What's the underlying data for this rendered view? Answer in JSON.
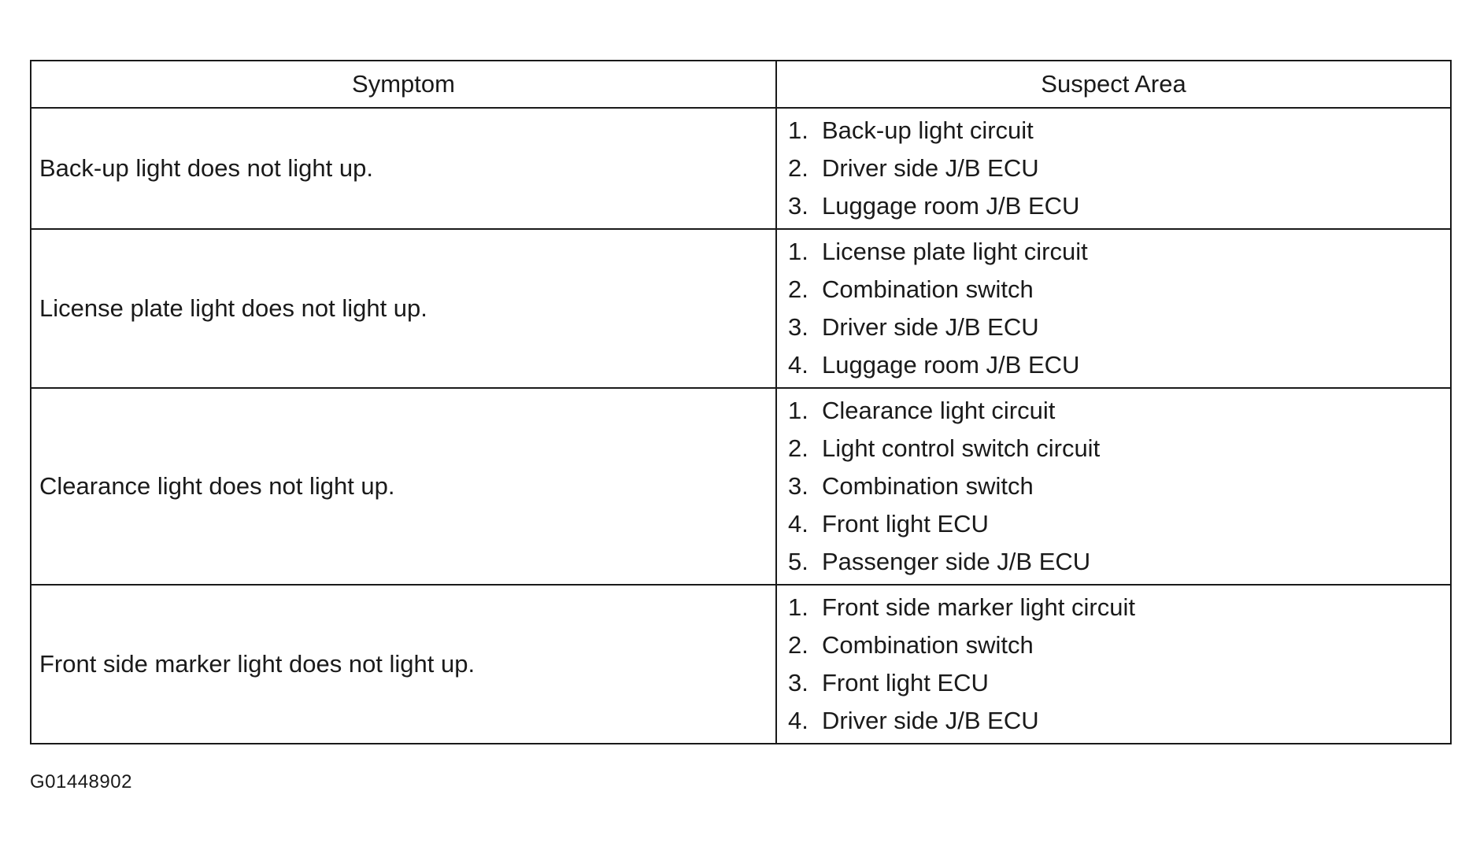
{
  "table": {
    "headers": {
      "symptom": "Symptom",
      "suspect_area": "Suspect Area"
    },
    "rows": [
      {
        "symptom": "Back-up light does not light up.",
        "suspect_areas": [
          {
            "num": "1.",
            "text": "Back-up light circuit"
          },
          {
            "num": "2.",
            "text": "Driver side J/B ECU"
          },
          {
            "num": "3.",
            "text": "Luggage room J/B ECU"
          }
        ]
      },
      {
        "symptom": "License plate light does not light up.",
        "suspect_areas": [
          {
            "num": "1.",
            "text": "License plate light circuit"
          },
          {
            "num": "2.",
            "text": "Combination switch"
          },
          {
            "num": "3.",
            "text": "Driver side J/B ECU"
          },
          {
            "num": "4.",
            "text": "Luggage room J/B ECU"
          }
        ]
      },
      {
        "symptom": "Clearance light does not light up.",
        "suspect_areas": [
          {
            "num": "1.",
            "text": "Clearance light circuit"
          },
          {
            "num": "2.",
            "text": "Light control switch circuit"
          },
          {
            "num": "3.",
            "text": "Combination switch"
          },
          {
            "num": "4.",
            "text": "Front light ECU"
          },
          {
            "num": "5.",
            "text": "Passenger side J/B ECU"
          }
        ]
      },
      {
        "symptom": "Front side marker light does not light up.",
        "suspect_areas": [
          {
            "num": "1.",
            "text": "Front side marker light circuit"
          },
          {
            "num": "2.",
            "text": "Combination switch"
          },
          {
            "num": "3.",
            "text": "Front light ECU"
          },
          {
            "num": "4.",
            "text": "Driver side J/B ECU"
          }
        ]
      }
    ]
  },
  "figure_id": "G01448902"
}
